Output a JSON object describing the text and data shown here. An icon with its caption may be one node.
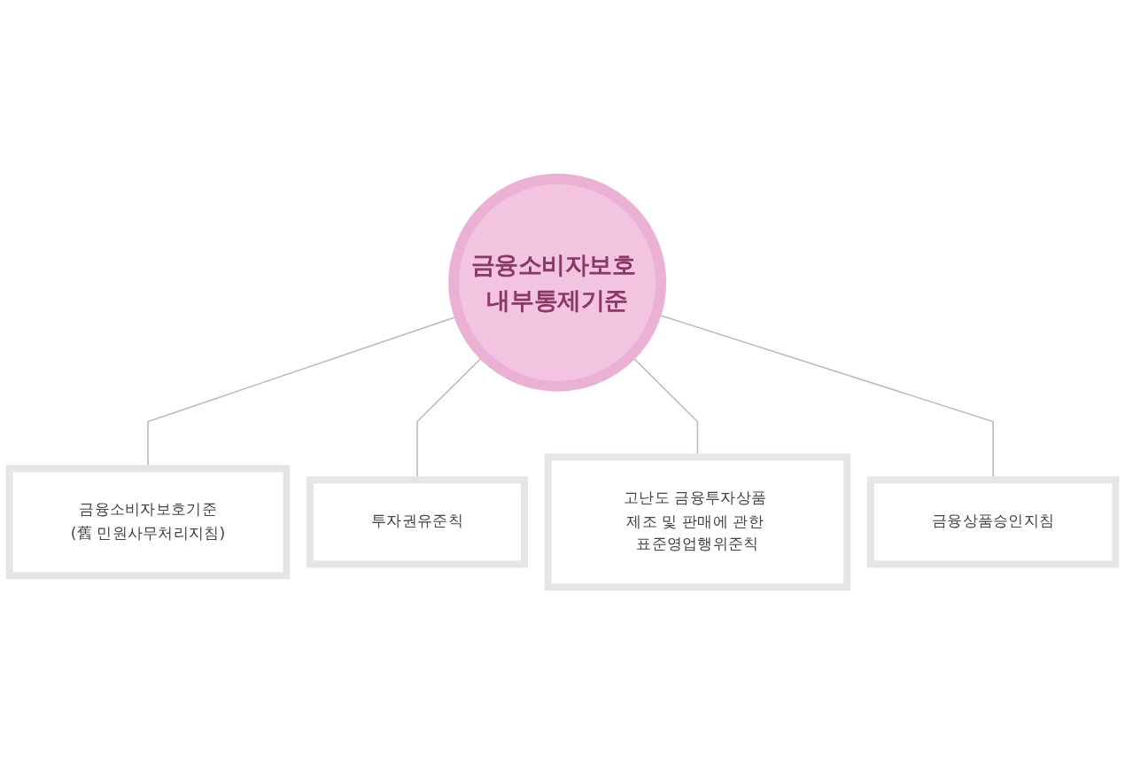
{
  "diagram": {
    "nodes": [
      {
        "text": [
          "금융소비자보호 내부통제기준"
        ]
      },
      {
        "text": [
          "금융소비자보호기준",
          "(舊 민원사무처리지침)"
        ]
      },
      {
        "text": [
          "투자권유준칙"
        ]
      },
      {
        "text": [
          "고난도 금융투자상품 제조 및 판매에 관한 표준영업행위준칙"
        ]
      },
      {
        "text": [
          "금융상품승인지침"
        ]
      }
    ],
    "edges": [
      {
        "from": 0,
        "to": 1,
        "arrow": "none"
      },
      {
        "from": 0,
        "to": 2,
        "arrow": "none"
      },
      {
        "from": 0,
        "to": 3,
        "arrow": "none"
      },
      {
        "from": 0,
        "to": 4,
        "arrow": "none"
      }
    ]
  }
}
